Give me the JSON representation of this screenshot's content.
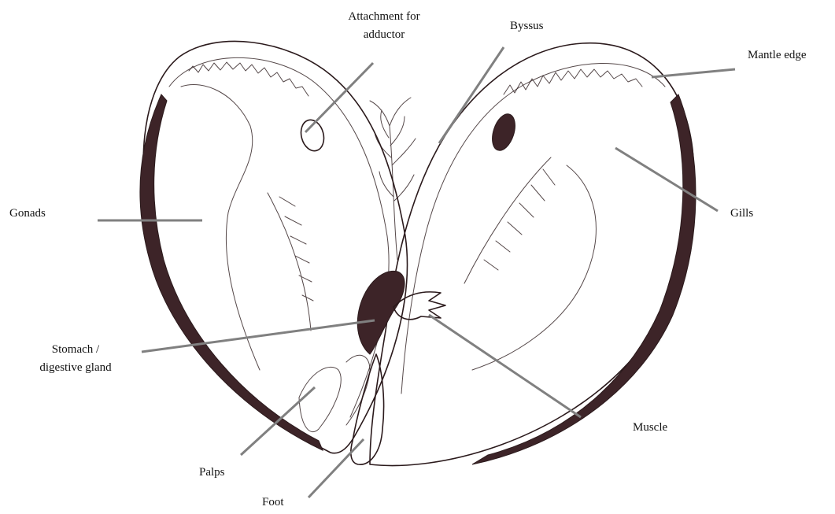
{
  "colors": {
    "ink": "#2b1a1c",
    "shell_band": "#3d2428",
    "leader": "#808080",
    "text": "#111111"
  },
  "labels": {
    "attachment": [
      "Attachment for",
      "adductor"
    ],
    "byssus": "Byssus",
    "mantle_edge": "Mantle edge",
    "gonads": "Gonads",
    "gills": "Gills",
    "stomach": [
      "Stomach /",
      "digestive gland"
    ],
    "muscle": "Muscle",
    "palps": "Palps",
    "foot": "Foot"
  }
}
